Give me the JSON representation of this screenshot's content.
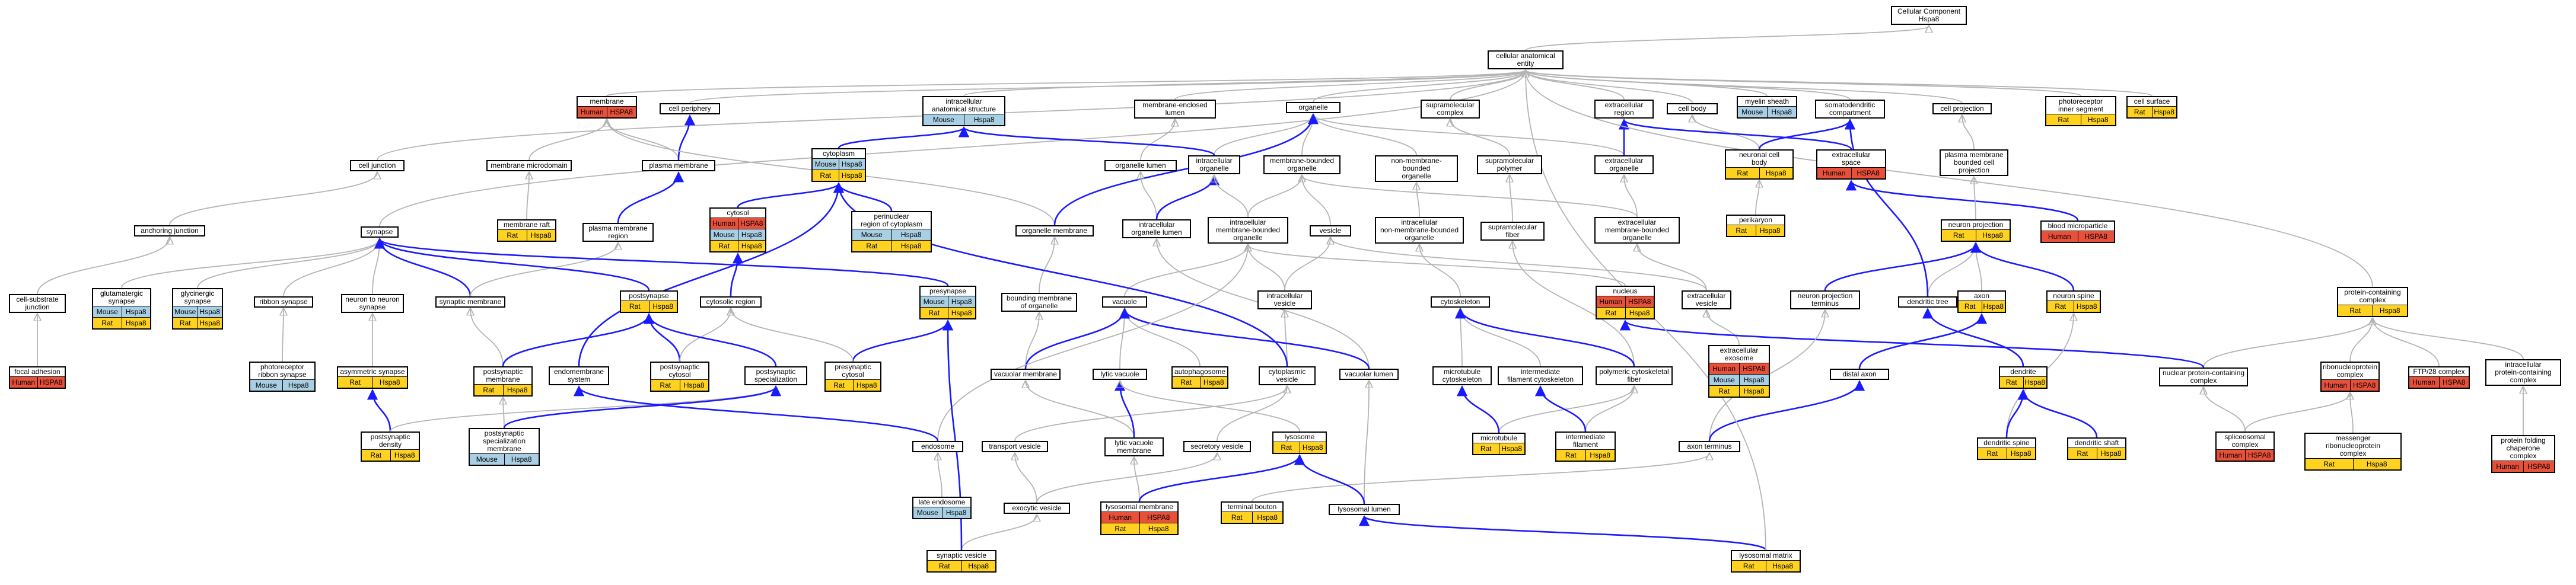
{
  "colors": {
    "human": "#e8503a",
    "rat": "#ffd21f",
    "mouse": "#a9cfe4",
    "is_a_edge": "#b4b4b4",
    "part_of_edge": "#1a1aff"
  },
  "graph": {
    "nodes": [
      {
        "id": "cc",
        "label": "Cellular Component\nHspa8",
        "annotations": []
      },
      {
        "id": "cae",
        "label": "cellular anatomical\nentity",
        "annotations": []
      },
      {
        "id": "membrane",
        "label": "membrane",
        "annotations": [
          {
            "species": "Human",
            "gene": "HSPA8"
          }
        ]
      },
      {
        "id": "cell_periphery",
        "label": "cell periphery",
        "annotations": []
      },
      {
        "id": "iaс",
        "label": "intracellular\nanatomical structure",
        "annotations": [
          {
            "species": "Mouse",
            "gene": "Hspa8"
          }
        ]
      },
      {
        "id": "mel",
        "label": "membrane-enclosed\nlumen",
        "annotations": []
      },
      {
        "id": "organelle",
        "label": "organelle",
        "annotations": []
      },
      {
        "id": "smc",
        "label": "supramolecular\ncomplex",
        "annotations": []
      },
      {
        "id": "ecr",
        "label": "extracellular\nregion",
        "annotations": []
      },
      {
        "id": "cell_body",
        "label": "cell body",
        "annotations": []
      },
      {
        "id": "myelin",
        "label": "myelin sheath",
        "annotations": [
          {
            "species": "Mouse",
            "gene": "Hspa8"
          }
        ]
      },
      {
        "id": "sdc",
        "label": "somatodendritic\ncompartment",
        "annotations": []
      },
      {
        "id": "cell_proj",
        "label": "cell projection",
        "annotations": []
      },
      {
        "id": "pis",
        "label": "photoreceptor\ninner segment",
        "annotations": [
          {
            "species": "Rat",
            "gene": "Hspa8"
          }
        ]
      },
      {
        "id": "cell_surface",
        "label": "cell surface",
        "annotations": [
          {
            "species": "Rat",
            "gene": "Hspa8"
          }
        ]
      },
      {
        "id": "cell_junction",
        "label": "cell junction",
        "annotations": []
      },
      {
        "id": "mem_micro",
        "label": "membrane microdomain",
        "annotations": []
      },
      {
        "id": "plasma_mem",
        "label": "plasma membrane",
        "annotations": []
      },
      {
        "id": "cytoplasm",
        "label": "cytoplasm",
        "annotations": [
          {
            "species": "Mouse",
            "gene": "Hspa8"
          },
          {
            "species": "Rat",
            "gene": "Hspa8"
          }
        ]
      },
      {
        "id": "org_lumen",
        "label": "organelle lumen",
        "annotations": []
      },
      {
        "id": "ic_org",
        "label": "intracellular\norganelle",
        "annotations": []
      },
      {
        "id": "mb_org",
        "label": "membrane-bounded\norganelle",
        "annotations": []
      },
      {
        "id": "nmb_org",
        "label": "non-membrane-bounded\norganelle",
        "annotations": []
      },
      {
        "id": "smpoly",
        "label": "supramolecular\npolymer",
        "annotations": []
      },
      {
        "id": "ec_org",
        "label": "extracellular\norganelle",
        "annotations": []
      },
      {
        "id": "ncb",
        "label": "neuronal cell\nbody",
        "annotations": [
          {
            "species": "Rat",
            "gene": "Hspa8"
          }
        ]
      },
      {
        "id": "ecs",
        "label": "extracellular\nspace",
        "annotations": [
          {
            "species": "Human",
            "gene": "HSPA8"
          }
        ]
      },
      {
        "id": "pmbcp",
        "label": "plasma membrane\nbounded cell\nprojection",
        "annotations": []
      },
      {
        "id": "anch_junc",
        "label": "anchoring junction",
        "annotations": []
      },
      {
        "id": "mem_raft",
        "label": "membrane raft",
        "annotations": [
          {
            "species": "Rat",
            "gene": "Hspa8"
          }
        ]
      },
      {
        "id": "pm_region",
        "label": "plasma membrane\nregion",
        "annotations": []
      },
      {
        "id": "cytosol",
        "label": "cytosol",
        "annotations": [
          {
            "species": "Human",
            "gene": "HSPA8"
          },
          {
            "species": "Mouse",
            "gene": "Hspa8"
          },
          {
            "species": "Rat",
            "gene": "Hspa8"
          }
        ]
      },
      {
        "id": "pnr",
        "label": "perinuclear\nregion of cytoplasm",
        "annotations": [
          {
            "species": "Mouse",
            "gene": "Hspa8"
          },
          {
            "species": "Rat",
            "gene": "Hspa8"
          }
        ]
      },
      {
        "id": "org_mem",
        "label": "organelle membrane",
        "annotations": []
      },
      {
        "id": "ic_org_lumen",
        "label": "intracellular\norganelle lumen",
        "annotations": []
      },
      {
        "id": "icmbo",
        "label": "intracellular\nmembrane-bounded\norganelle",
        "annotations": []
      },
      {
        "id": "vesicle",
        "label": "vesicle",
        "annotations": []
      },
      {
        "id": "icnmbo",
        "label": "intracellular\nnon-membrane-bounded\norganelle",
        "annotations": []
      },
      {
        "id": "smfiber",
        "label": "supramolecular\nfiber",
        "annotations": []
      },
      {
        "id": "ecmbo",
        "label": "extracellular\nmembrane-bounded\norganelle",
        "annotations": []
      },
      {
        "id": "perikaryon",
        "label": "perikaryon",
        "annotations": [
          {
            "species": "Rat",
            "gene": "Hspa8"
          }
        ]
      },
      {
        "id": "blood_mp",
        "label": "blood microparticle",
        "annotations": [
          {
            "species": "Human",
            "gene": "HSPA8"
          }
        ]
      },
      {
        "id": "neuron_proj",
        "label": "neuron projection",
        "annotations": [
          {
            "species": "Rat",
            "gene": "Hspa8"
          }
        ]
      },
      {
        "id": "synapse",
        "label": "synapse",
        "annotations": []
      },
      {
        "id": "cell_substrate",
        "label": "cell-substrate\njunction",
        "annotations": []
      },
      {
        "id": "glut_syn",
        "label": "glutamatergic\nsynapse",
        "annotations": [
          {
            "species": "Mouse",
            "gene": "Hspa8"
          },
          {
            "species": "Rat",
            "gene": "Hspa8"
          }
        ]
      },
      {
        "id": "glyc_syn",
        "label": "glycinergic\nsynapse",
        "annotations": [
          {
            "species": "Mouse",
            "gene": "Hspa8"
          },
          {
            "species": "Rat",
            "gene": "Hspa8"
          }
        ]
      },
      {
        "id": "ribbon_syn",
        "label": "ribbon synapse",
        "annotations": []
      },
      {
        "id": "n2n_syn",
        "label": "neuron to neuron\nsynapse",
        "annotations": []
      },
      {
        "id": "syn_mem",
        "label": "synaptic membrane",
        "annotations": []
      },
      {
        "id": "postsynapse",
        "label": "postsynapse",
        "annotations": [
          {
            "species": "Rat",
            "gene": "Hspa8"
          }
        ]
      },
      {
        "id": "cytosolic_region",
        "label": "cytosolic region",
        "annotations": []
      },
      {
        "id": "presynapse",
        "label": "presynapse",
        "annotations": [
          {
            "species": "Mouse",
            "gene": "Hspa8"
          },
          {
            "species": "Rat",
            "gene": "Hspa8"
          }
        ]
      },
      {
        "id": "bmo",
        "label": "bounding membrane\nof organelle",
        "annotations": []
      },
      {
        "id": "vacuole",
        "label": "vacuole",
        "annotations": []
      },
      {
        "id": "ic_vesicle",
        "label": "intracellular\nvesicle",
        "annotations": []
      },
      {
        "id": "cytoskeleton",
        "label": "cytoskeleton",
        "annotations": []
      },
      {
        "id": "nucleus",
        "label": "nucleus",
        "annotations": [
          {
            "species": "Human",
            "gene": "HSPA8"
          },
          {
            "species": "Rat",
            "gene": "Hspa8"
          }
        ]
      },
      {
        "id": "ec_vesicle",
        "label": "extracellular\nvesicle",
        "annotations": []
      },
      {
        "id": "npt",
        "label": "neuron projection\nterminus",
        "annotations": []
      },
      {
        "id": "dendritic_tree",
        "label": "dendritic tree",
        "annotations": []
      },
      {
        "id": "axon",
        "label": "axon",
        "annotations": [
          {
            "species": "Rat",
            "gene": "Hspa8"
          }
        ]
      },
      {
        "id": "neuron_spine",
        "label": "neuron spine",
        "annotations": [
          {
            "species": "Rat",
            "gene": "Hspa8"
          }
        ]
      },
      {
        "id": "pcc",
        "label": "protein-containing\ncomplex",
        "annotations": [
          {
            "species": "Rat",
            "gene": "Hspa8"
          }
        ]
      },
      {
        "id": "focal_adh",
        "label": "focal adhesion",
        "annotations": [
          {
            "species": "Human",
            "gene": "HSPA8"
          }
        ]
      },
      {
        "id": "photo_ribbon",
        "label": "photoreceptor\nribbon synapse",
        "annotations": [
          {
            "species": "Mouse",
            "gene": "Hspa8"
          }
        ]
      },
      {
        "id": "asym_syn",
        "label": "asymmetric synapse",
        "annotations": [
          {
            "species": "Rat",
            "gene": "Hspa8"
          }
        ]
      },
      {
        "id": "post_mem",
        "label": "postsynaptic\nmembrane",
        "annotations": [
          {
            "species": "Rat",
            "gene": "Hspa8"
          }
        ]
      },
      {
        "id": "endomem",
        "label": "endomembrane\nsystem",
        "annotations": []
      },
      {
        "id": "post_cytosol",
        "label": "postsynaptic\ncytosol",
        "annotations": [
          {
            "species": "Rat",
            "gene": "Hspa8"
          }
        ]
      },
      {
        "id": "post_spec",
        "label": "postsynaptic\nspecialization",
        "annotations": []
      },
      {
        "id": "pre_cytosol",
        "label": "presynaptic\ncytosol",
        "annotations": [
          {
            "species": "Rat",
            "gene": "Hspa8"
          }
        ]
      },
      {
        "id": "vac_mem",
        "label": "vacuolar membrane",
        "annotations": []
      },
      {
        "id": "lytic_vac",
        "label": "lytic vacuole",
        "annotations": []
      },
      {
        "id": "autophagosome",
        "label": "autophagosome",
        "annotations": [
          {
            "species": "Rat",
            "gene": "Hspa8"
          }
        ]
      },
      {
        "id": "cyto_vesicle",
        "label": "cytoplasmic\nvesicle",
        "annotations": []
      },
      {
        "id": "vac_lumen",
        "label": "vacuolar lumen",
        "annotations": []
      },
      {
        "id": "mt_cytoskel",
        "label": "microtubule\ncytoskeleton",
        "annotations": []
      },
      {
        "id": "if_cytoskel",
        "label": "intermediate\nfilament cytoskeleton",
        "annotations": []
      },
      {
        "id": "pcf",
        "label": "polymeric cytoskeletal\nfiber",
        "annotations": []
      },
      {
        "id": "ec_exosome",
        "label": "extracellular\nexosome",
        "annotations": [
          {
            "species": "Human",
            "gene": "HSPA8"
          },
          {
            "species": "Mouse",
            "gene": "Hspa8"
          },
          {
            "species": "Rat",
            "gene": "Hspa8"
          }
        ]
      },
      {
        "id": "distal_axon",
        "label": "distal axon",
        "annotations": []
      },
      {
        "id": "dendrite",
        "label": "dendrite",
        "annotations": [
          {
            "species": "Rat",
            "gene": "Hspa8"
          }
        ]
      },
      {
        "id": "npcc",
        "label": "nuclear protein-containing\ncomplex",
        "annotations": []
      },
      {
        "id": "rnp",
        "label": "ribonucleoprotein\ncomplex",
        "annotations": [
          {
            "species": "Human",
            "gene": "HSPA8"
          }
        ]
      },
      {
        "id": "ftp_complex",
        "label": "FTP/28 complex",
        "annotations": [
          {
            "species": "Human",
            "gene": "HSPA8"
          }
        ]
      },
      {
        "id": "icpcc",
        "label": "intracellular\nprotein-containing\ncomplex",
        "annotations": []
      },
      {
        "id": "psd",
        "label": "postsynaptic\ndensity",
        "annotations": [
          {
            "species": "Rat",
            "gene": "Hspa8"
          }
        ]
      },
      {
        "id": "psm",
        "label": "postsynaptic\nspecialization\nmembrane",
        "annotations": [
          {
            "species": "Mouse",
            "gene": "Hspa8"
          }
        ]
      },
      {
        "id": "endosome",
        "label": "endosome",
        "annotations": []
      },
      {
        "id": "transport_vesicle",
        "label": "transport vesicle",
        "annotations": []
      },
      {
        "id": "lytic_vac_mem",
        "label": "lytic vacuole\nmembrane",
        "annotations": []
      },
      {
        "id": "secretory_vesicle",
        "label": "secretory vesicle",
        "annotations": []
      },
      {
        "id": "lysosome",
        "label": "lysosome",
        "annotations": [
          {
            "species": "Rat",
            "gene": "Hspa8"
          }
        ]
      },
      {
        "id": "microtubule",
        "label": "microtubule",
        "annotations": [
          {
            "species": "Rat",
            "gene": "Hspa8"
          }
        ]
      },
      {
        "id": "if",
        "label": "intermediate\nfilament",
        "annotations": [
          {
            "species": "Rat",
            "gene": "Hspa8"
          }
        ]
      },
      {
        "id": "axon_terminus",
        "label": "axon terminus",
        "annotations": []
      },
      {
        "id": "dendritic_spine",
        "label": "dendritic spine",
        "annotations": [
          {
            "species": "Rat",
            "gene": "Hspa8"
          }
        ]
      },
      {
        "id": "dendritic_shaft",
        "label": "dendritic shaft",
        "annotations": [
          {
            "species": "Rat",
            "gene": "Hspa8"
          }
        ]
      },
      {
        "id": "spliceosome",
        "label": "spliceosomal\ncomplex",
        "annotations": [
          {
            "species": "Human",
            "gene": "HSPA8"
          }
        ]
      },
      {
        "id": "mrnp",
        "label": "messenger ribonucleoprotein\ncomplex",
        "annotations": [
          {
            "species": "Rat",
            "gene": "Hspa8"
          }
        ]
      },
      {
        "id": "pfcc",
        "label": "protein folding\nchaperone complex",
        "annotations": [
          {
            "species": "Human",
            "gene": "HSPA8"
          }
        ]
      },
      {
        "id": "late_endosome",
        "label": "late endosome",
        "annotations": [
          {
            "species": "Mouse",
            "gene": "Hspa8"
          }
        ]
      },
      {
        "id": "exocytic_vesicle",
        "label": "exocytic vesicle",
        "annotations": []
      },
      {
        "id": "lyso_mem",
        "label": "lysosomal membrane",
        "annotations": [
          {
            "species": "Human",
            "gene": "HSPA8"
          },
          {
            "species": "Rat",
            "gene": "Hspa8"
          }
        ]
      },
      {
        "id": "terminal_bouton",
        "label": "terminal bouton",
        "annotations": [
          {
            "species": "Rat",
            "gene": "Hspa8"
          }
        ]
      },
      {
        "id": "lyso_lumen",
        "label": "lysosomal lumen",
        "annotations": []
      },
      {
        "id": "synaptic_vesicle",
        "label": "synaptic vesicle",
        "annotations": [
          {
            "species": "Rat",
            "gene": "Hspa8"
          }
        ]
      },
      {
        "id": "lyso_matrix",
        "label": "lysosomal matrix",
        "annotations": [
          {
            "species": "Rat",
            "gene": "Hspa8"
          }
        ]
      }
    ]
  }
}
